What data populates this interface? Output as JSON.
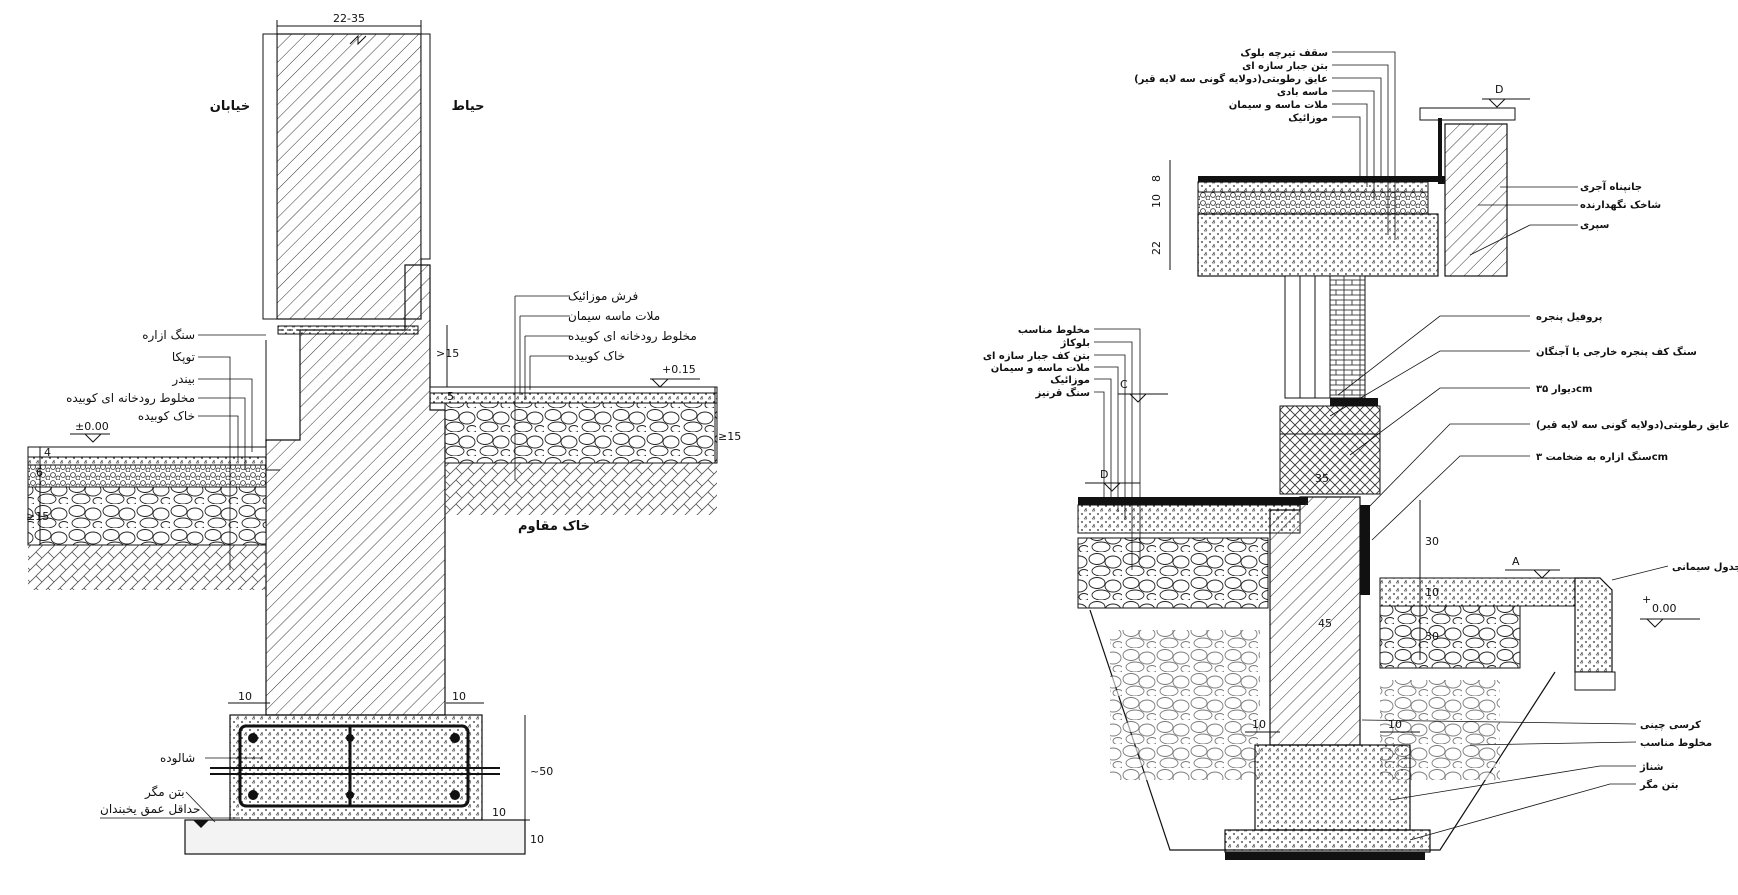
{
  "left_detail": {
    "wall_width": "22-35",
    "side_street": "خیابان",
    "side_yard": "حیاط",
    "floor_layers": [
      "فرش موزائیک",
      "ملات ماسه سیمان",
      "مخلوط رودخانه ای کوبیده",
      "خاک کوبیده"
    ],
    "street_layers": [
      "سنگ ازاره",
      "توپکا",
      "بیندر",
      "مخلوط رودخانه ای کوبیده",
      "خاک کوبیده"
    ],
    "resistant_soil": "خاک مقاوم",
    "footing": "شالوده",
    "lean_concrete": "بتن مگر",
    "min_frost_depth": "حداقل عمق یخبندان",
    "level_street": "±0.00",
    "level_floor": "+0.15",
    "dims": {
      "d15_top": ">15",
      "d5": "5",
      "d15_right": "≥15",
      "d4": "4",
      "d6": "6",
      "d15_left": "≥15",
      "d10_left": "10",
      "d10_right": "10",
      "d50": "~50",
      "d10_bottom": "10",
      "d10_base": "10"
    }
  },
  "right_detail": {
    "roof_layers": [
      "سقف تیرچه بلوک",
      "بتن جبار سازه ای",
      "عایق رطوبتی(دولایه گونی سه لایه قیر)",
      "ماسه بادی",
      "ملات ماسه و سیمان",
      "موزائیک"
    ],
    "parapet_layers": [
      "جانپناه آجری",
      "شاخک نگهدارنده",
      "سپری"
    ],
    "floor_layers": [
      "مخلوط مناسب",
      "بلوکاژ",
      "بتن کف جبار سازه ای",
      "ملات ماسه و سیمان",
      "موزائیک",
      "سنگ قرنیز"
    ],
    "wall_layers": [
      "پروفیل پنجره",
      "سنگ کف پنجره خارجی یا آجنگان",
      "دیوار ۳۵cm",
      "عایق رطوبتی(دولایه گونی سه لایه قیر)",
      "سنگ ازاره به ضخامت ۳cm"
    ],
    "curb": "جدول سیمانی",
    "level_zero": "0.00",
    "level_plus": "+",
    "foundation_layers": [
      "کرسی چینی",
      "مخلوط مناسب",
      "شناژ",
      "بتن مگر"
    ],
    "markers": {
      "D_top": "D",
      "C": "C",
      "D_floor": "D",
      "A": "A"
    },
    "dims": {
      "r8": "8",
      "r10": "10",
      "r22": "22",
      "r35": "35",
      "r30a": "30",
      "r10b": "10",
      "r30b": "30",
      "r45": "45",
      "r10c": "10",
      "r10d": "10"
    }
  }
}
